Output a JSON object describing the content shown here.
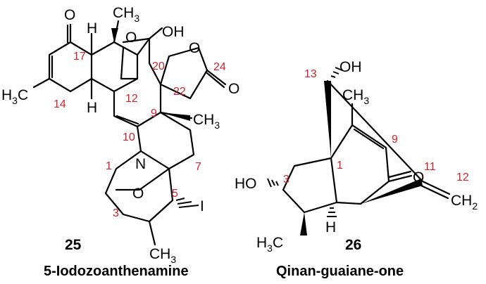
{
  "compounds": [
    {
      "id": "25",
      "name": "5-Iodozoanthenamine",
      "atom_labels": {
        "o_ketone": "O",
        "h_top": "H",
        "methyl_top": "CH",
        "methyl_top_sub": "3",
        "oh": "OH",
        "lactone_o": "O",
        "lactone_carbonyl_o": "O",
        "h3c": "H",
        "h3c_sub": "3",
        "h3c_c": "C",
        "h_bottom": "H",
        "methyl_c9": "CH",
        "methyl_c9_sub": "3",
        "n": "N",
        "bridge_o": "O",
        "iodine": "I",
        "methyl_bottom": "CH",
        "methyl_bottom_sub": "3"
      },
      "numbers": [
        "17",
        "20",
        "24",
        "22",
        "12",
        "14",
        "9",
        "10",
        "1",
        "7",
        "5",
        "3"
      ]
    },
    {
      "id": "26",
      "name": "Qinan-guaiane-one",
      "atom_labels": {
        "oh_top": "OH",
        "methyl": "CH",
        "methyl_sub": "3",
        "ho_left": "HO",
        "ketone_o": "O",
        "ch2": "CH",
        "ch2_sub": "2",
        "h3c": "H",
        "h3c_sub": "3",
        "h3c_c": "C",
        "h_ring": "H"
      },
      "numbers": [
        "13",
        "9",
        "11",
        "12",
        "1",
        "3"
      ]
    }
  ]
}
